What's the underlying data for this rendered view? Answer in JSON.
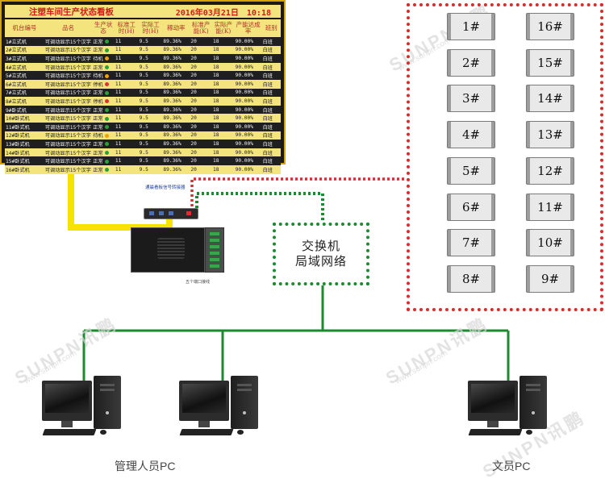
{
  "board": {
    "title": "注塑车间生产状态看板",
    "date": "2016年03月21日",
    "time": "10:18",
    "headers": [
      "机台编号",
      "品名",
      "生产状态",
      "标准工时(H)",
      "实际工时(H)",
      "稼动率",
      "标准产能(K)",
      "实际产能(K)",
      "产能达成率",
      "班别"
    ],
    "rows": [
      {
        "machine": "1#立式机",
        "product": "可调动显示15个汉字",
        "status": "正常",
        "dot": "#2aa03a",
        "std_hours": "11",
        "act_hours": "9.5",
        "util": "89.36%",
        "std_cap": "20",
        "act_cap": "18",
        "rate": "90.00%",
        "shift": "白班"
      },
      {
        "machine": "2#立式机",
        "product": "可调动显示15个汉字",
        "status": "正常",
        "dot": "#2aa03a",
        "std_hours": "11",
        "act_hours": "9.5",
        "util": "89.36%",
        "std_cap": "20",
        "act_cap": "18",
        "rate": "90.00%",
        "shift": "白班"
      },
      {
        "machine": "3#立式机",
        "product": "可调动显示15个汉字",
        "status": "待机",
        "dot": "#f0a000",
        "std_hours": "11",
        "act_hours": "9.5",
        "util": "89.36%",
        "std_cap": "20",
        "act_cap": "18",
        "rate": "90.00%",
        "shift": "白班"
      },
      {
        "machine": "4#立式机",
        "product": "可调动显示15个汉字",
        "status": "正常",
        "dot": "#2aa03a",
        "std_hours": "11",
        "act_hours": "9.5",
        "util": "89.36%",
        "std_cap": "20",
        "act_cap": "18",
        "rate": "90.00%",
        "shift": "白班"
      },
      {
        "machine": "5#立式机",
        "product": "可调动显示15个汉字",
        "status": "待机",
        "dot": "#f0a000",
        "std_hours": "11",
        "act_hours": "9.5",
        "util": "89.36%",
        "std_cap": "20",
        "act_cap": "18",
        "rate": "90.00%",
        "shift": "白班"
      },
      {
        "machine": "6#立式机",
        "product": "可调动显示15个汉字",
        "status": "停机",
        "dot": "#e03030",
        "std_hours": "11",
        "act_hours": "9.5",
        "util": "89.36%",
        "std_cap": "20",
        "act_cap": "18",
        "rate": "90.00%",
        "shift": "白班"
      },
      {
        "machine": "7#立式机",
        "product": "可调动显示15个汉字",
        "status": "正常",
        "dot": "#2aa03a",
        "std_hours": "11",
        "act_hours": "9.5",
        "util": "89.36%",
        "std_cap": "20",
        "act_cap": "18",
        "rate": "90.00%",
        "shift": "白班"
      },
      {
        "machine": "8#立式机",
        "product": "可调动显示15个汉字",
        "status": "停机",
        "dot": "#e03030",
        "std_hours": "11",
        "act_hours": "9.5",
        "util": "89.36%",
        "std_cap": "20",
        "act_cap": "18",
        "rate": "90.00%",
        "shift": "白班"
      },
      {
        "machine": "9#卧式机",
        "product": "可调动显示15个汉字",
        "status": "正常",
        "dot": "#2aa03a",
        "std_hours": "11",
        "act_hours": "9.5",
        "util": "89.36%",
        "std_cap": "20",
        "act_cap": "18",
        "rate": "90.00%",
        "shift": "白班"
      },
      {
        "machine": "10#卧式机",
        "product": "可调动显示15个汉字",
        "status": "正常",
        "dot": "#2aa03a",
        "std_hours": "11",
        "act_hours": "9.5",
        "util": "89.36%",
        "std_cap": "20",
        "act_cap": "18",
        "rate": "90.00%",
        "shift": "白班"
      },
      {
        "machine": "11#卧式机",
        "product": "可调动显示15个汉字",
        "status": "正常",
        "dot": "#2aa03a",
        "std_hours": "11",
        "act_hours": "9.5",
        "util": "89.36%",
        "std_cap": "20",
        "act_cap": "18",
        "rate": "90.00%",
        "shift": "白班"
      },
      {
        "machine": "12#卧式机",
        "product": "可调动显示15个汉字",
        "status": "待机",
        "dot": "#f0a000",
        "std_hours": "11",
        "act_hours": "9.5",
        "util": "89.36%",
        "std_cap": "20",
        "act_cap": "18",
        "rate": "90.00%",
        "shift": "白班"
      },
      {
        "machine": "13#卧式机",
        "product": "可调动显示15个汉字",
        "status": "正常",
        "dot": "#2aa03a",
        "std_hours": "11",
        "act_hours": "9.5",
        "util": "89.36%",
        "std_cap": "20",
        "act_cap": "18",
        "rate": "90.00%",
        "shift": "白班"
      },
      {
        "machine": "14#卧式机",
        "product": "可调动显示15个汉字",
        "status": "正常",
        "dot": "#2aa03a",
        "std_hours": "11",
        "act_hours": "9.5",
        "util": "89.36%",
        "std_cap": "20",
        "act_cap": "18",
        "rate": "90.00%",
        "shift": "白班"
      },
      {
        "machine": "15#卧式机",
        "product": "可调动显示15个汉字",
        "status": "正常",
        "dot": "#2aa03a",
        "std_hours": "11",
        "act_hours": "9.5",
        "util": "89.36%",
        "std_cap": "20",
        "act_cap": "18",
        "rate": "90.00%",
        "shift": "白班"
      },
      {
        "machine": "16#卧式机",
        "product": "可调动显示15个汉字",
        "status": "正常",
        "dot": "#2aa03a",
        "std_hours": "11",
        "act_hours": "9.5",
        "util": "89.36%",
        "std_cap": "20",
        "act_cap": "18",
        "rate": "90.00%",
        "shift": "白班"
      }
    ]
  },
  "device": {
    "label": "通晨看板信号转接器",
    "caption": "五个端口接线"
  },
  "switch": {
    "line1": "交换机",
    "line2": "局域网络"
  },
  "displays": {
    "left": [
      "1#",
      "2#",
      "3#",
      "4#",
      "5#",
      "6#",
      "7#",
      "8#"
    ],
    "right": [
      "16#",
      "15#",
      "14#",
      "13#",
      "12#",
      "11#",
      "10#",
      "9#"
    ]
  },
  "pcs": {
    "manager_label": "管理人员PC",
    "clerk_label": "文员PC"
  },
  "watermark": {
    "brand": "SUNPN讯鹏",
    "url": "www.sunpn.com"
  },
  "colors": {
    "board_bg": "#f4e47e",
    "board_frame": "#d4a400",
    "title_red": "#d11a1a",
    "yellow_cable": "#f5e400",
    "green_network": "#1e8a30",
    "red_display_link": "#d32f2f"
  }
}
